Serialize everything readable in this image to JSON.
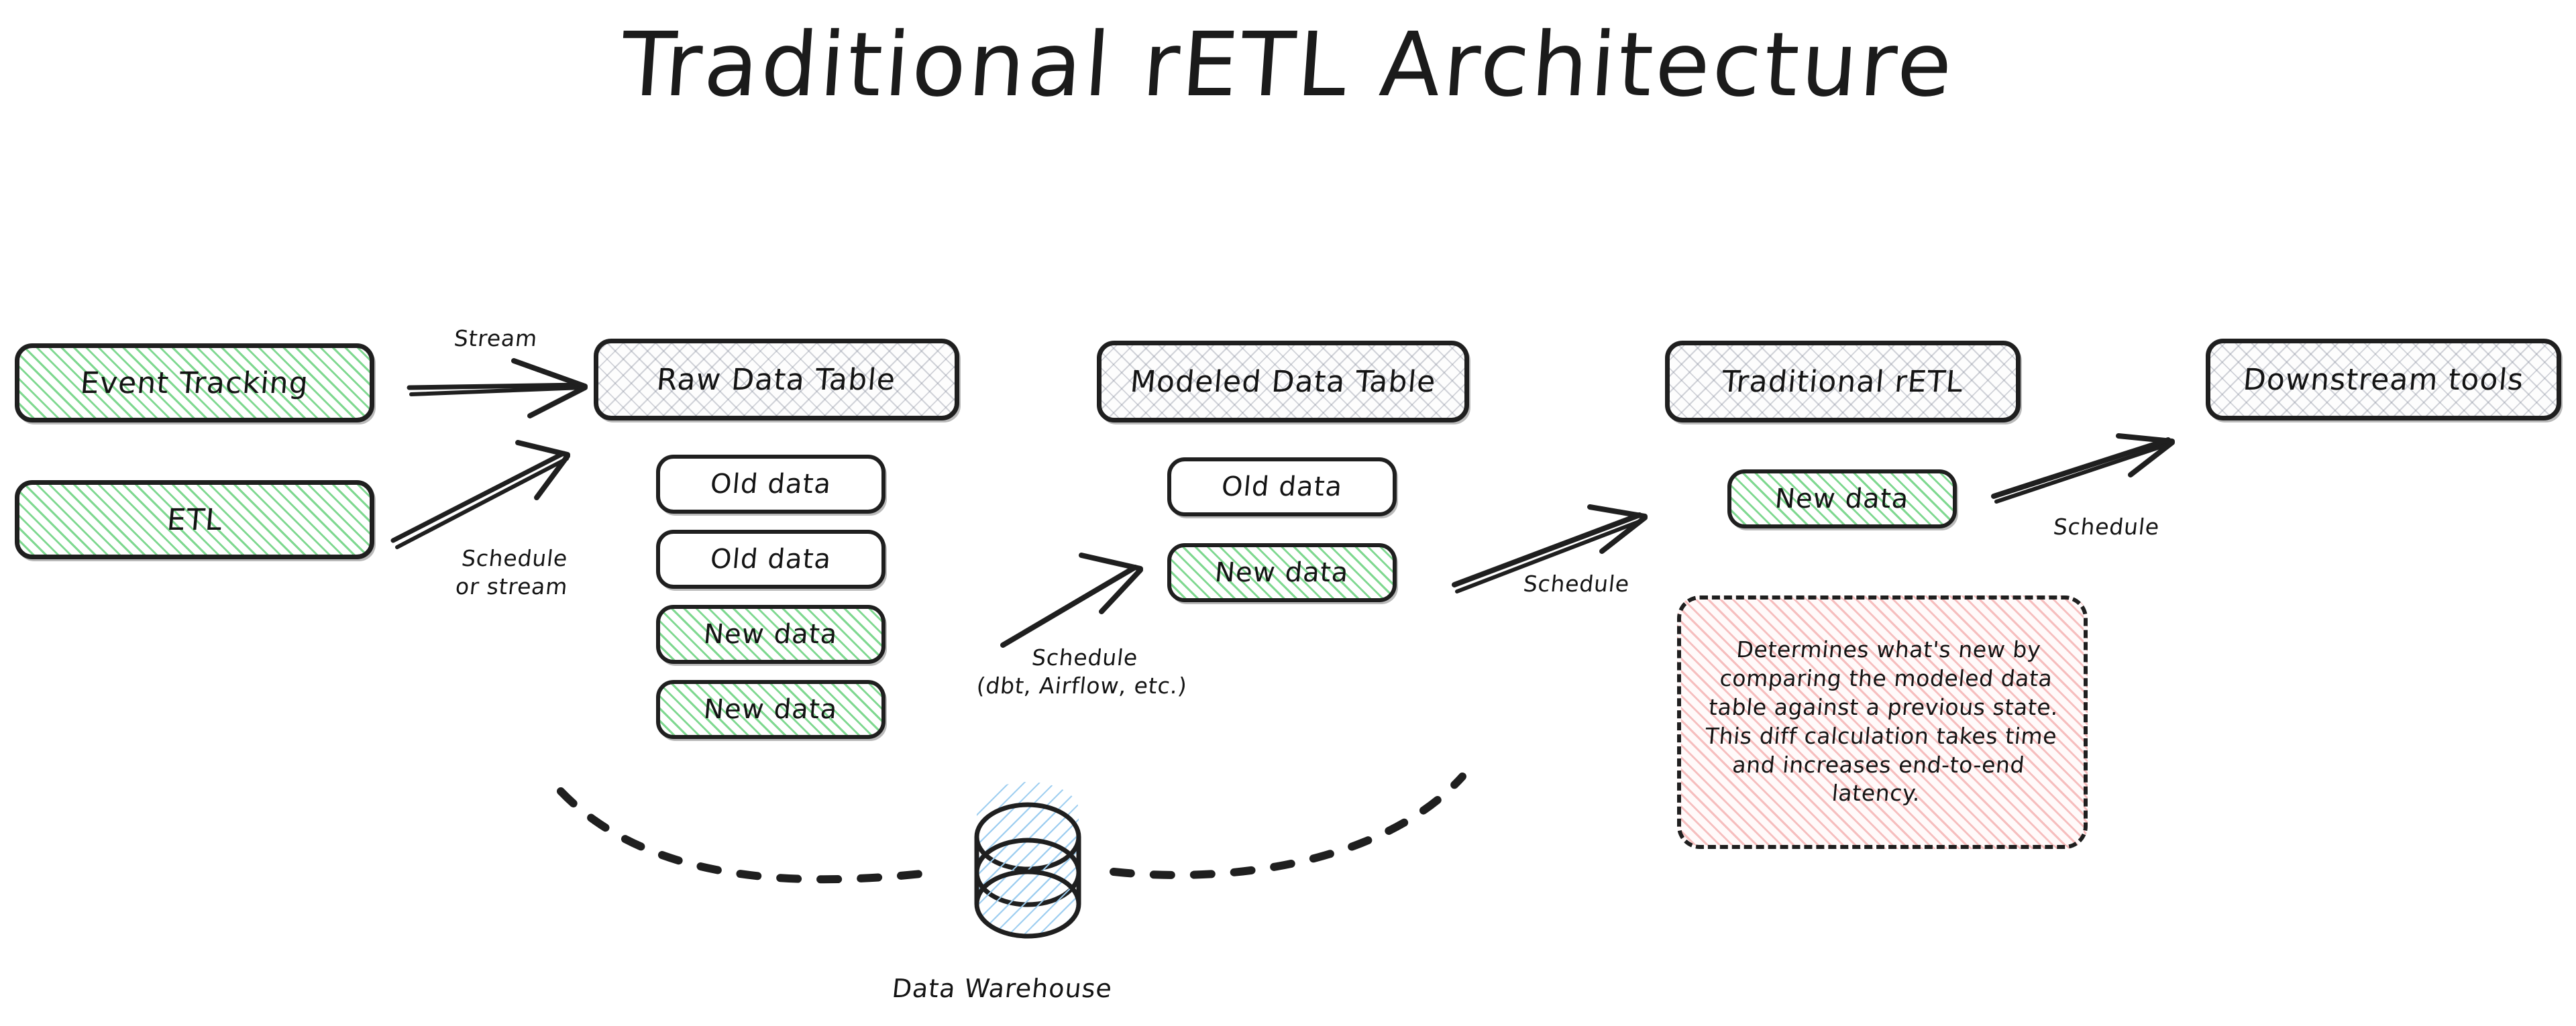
{
  "diagram": {
    "title": "Traditional rETL Architecture",
    "colors": {
      "accent_green": "#78d68a",
      "accent_blue": "#9ccdf0",
      "accent_pink": "#f09696",
      "ink": "#1f1f1f",
      "grid": "#8c92a0"
    },
    "sources": [
      {
        "id": "event-tracking",
        "label": "Event Tracking",
        "fill": "green"
      },
      {
        "id": "etl",
        "label": "ETL",
        "fill": "green"
      }
    ],
    "tables": [
      {
        "id": "raw-data-table",
        "label": "Raw Data Table",
        "fill": "grid",
        "rows": [
          {
            "label": "Old data",
            "fill": "white"
          },
          {
            "label": "Old data",
            "fill": "white"
          },
          {
            "label": "New data",
            "fill": "green"
          },
          {
            "label": "New data",
            "fill": "green"
          }
        ]
      },
      {
        "id": "modeled-data-table",
        "label": "Modeled Data Table",
        "fill": "grid",
        "rows": [
          {
            "label": "Old data",
            "fill": "white"
          },
          {
            "label": "New data",
            "fill": "green"
          }
        ]
      },
      {
        "id": "traditional-retl",
        "label": "Traditional rETL",
        "fill": "grid",
        "rows": [
          {
            "label": "New data",
            "fill": "green"
          }
        ]
      },
      {
        "id": "downstream-tools",
        "label": "Downstream tools",
        "fill": "grid",
        "rows": []
      }
    ],
    "edge_labels": [
      {
        "id": "stream",
        "text": "Stream"
      },
      {
        "id": "schedule-or-stream",
        "text": "Schedule\nor stream"
      },
      {
        "id": "schedule-dbt",
        "text": "Schedule\n(dbt, Airflow, etc.)"
      },
      {
        "id": "schedule-retl",
        "text": "Schedule"
      },
      {
        "id": "schedule-downstream",
        "text": "Schedule"
      }
    ],
    "warehouse": {
      "id": "data-warehouse",
      "label": "Data Warehouse",
      "fill": "blue"
    },
    "note": {
      "id": "retl-note",
      "text": "Determines what's new by comparing the modeled data table against a previous state. This diff calculation takes time and increases end-to-end latency.",
      "fill": "pink"
    }
  }
}
